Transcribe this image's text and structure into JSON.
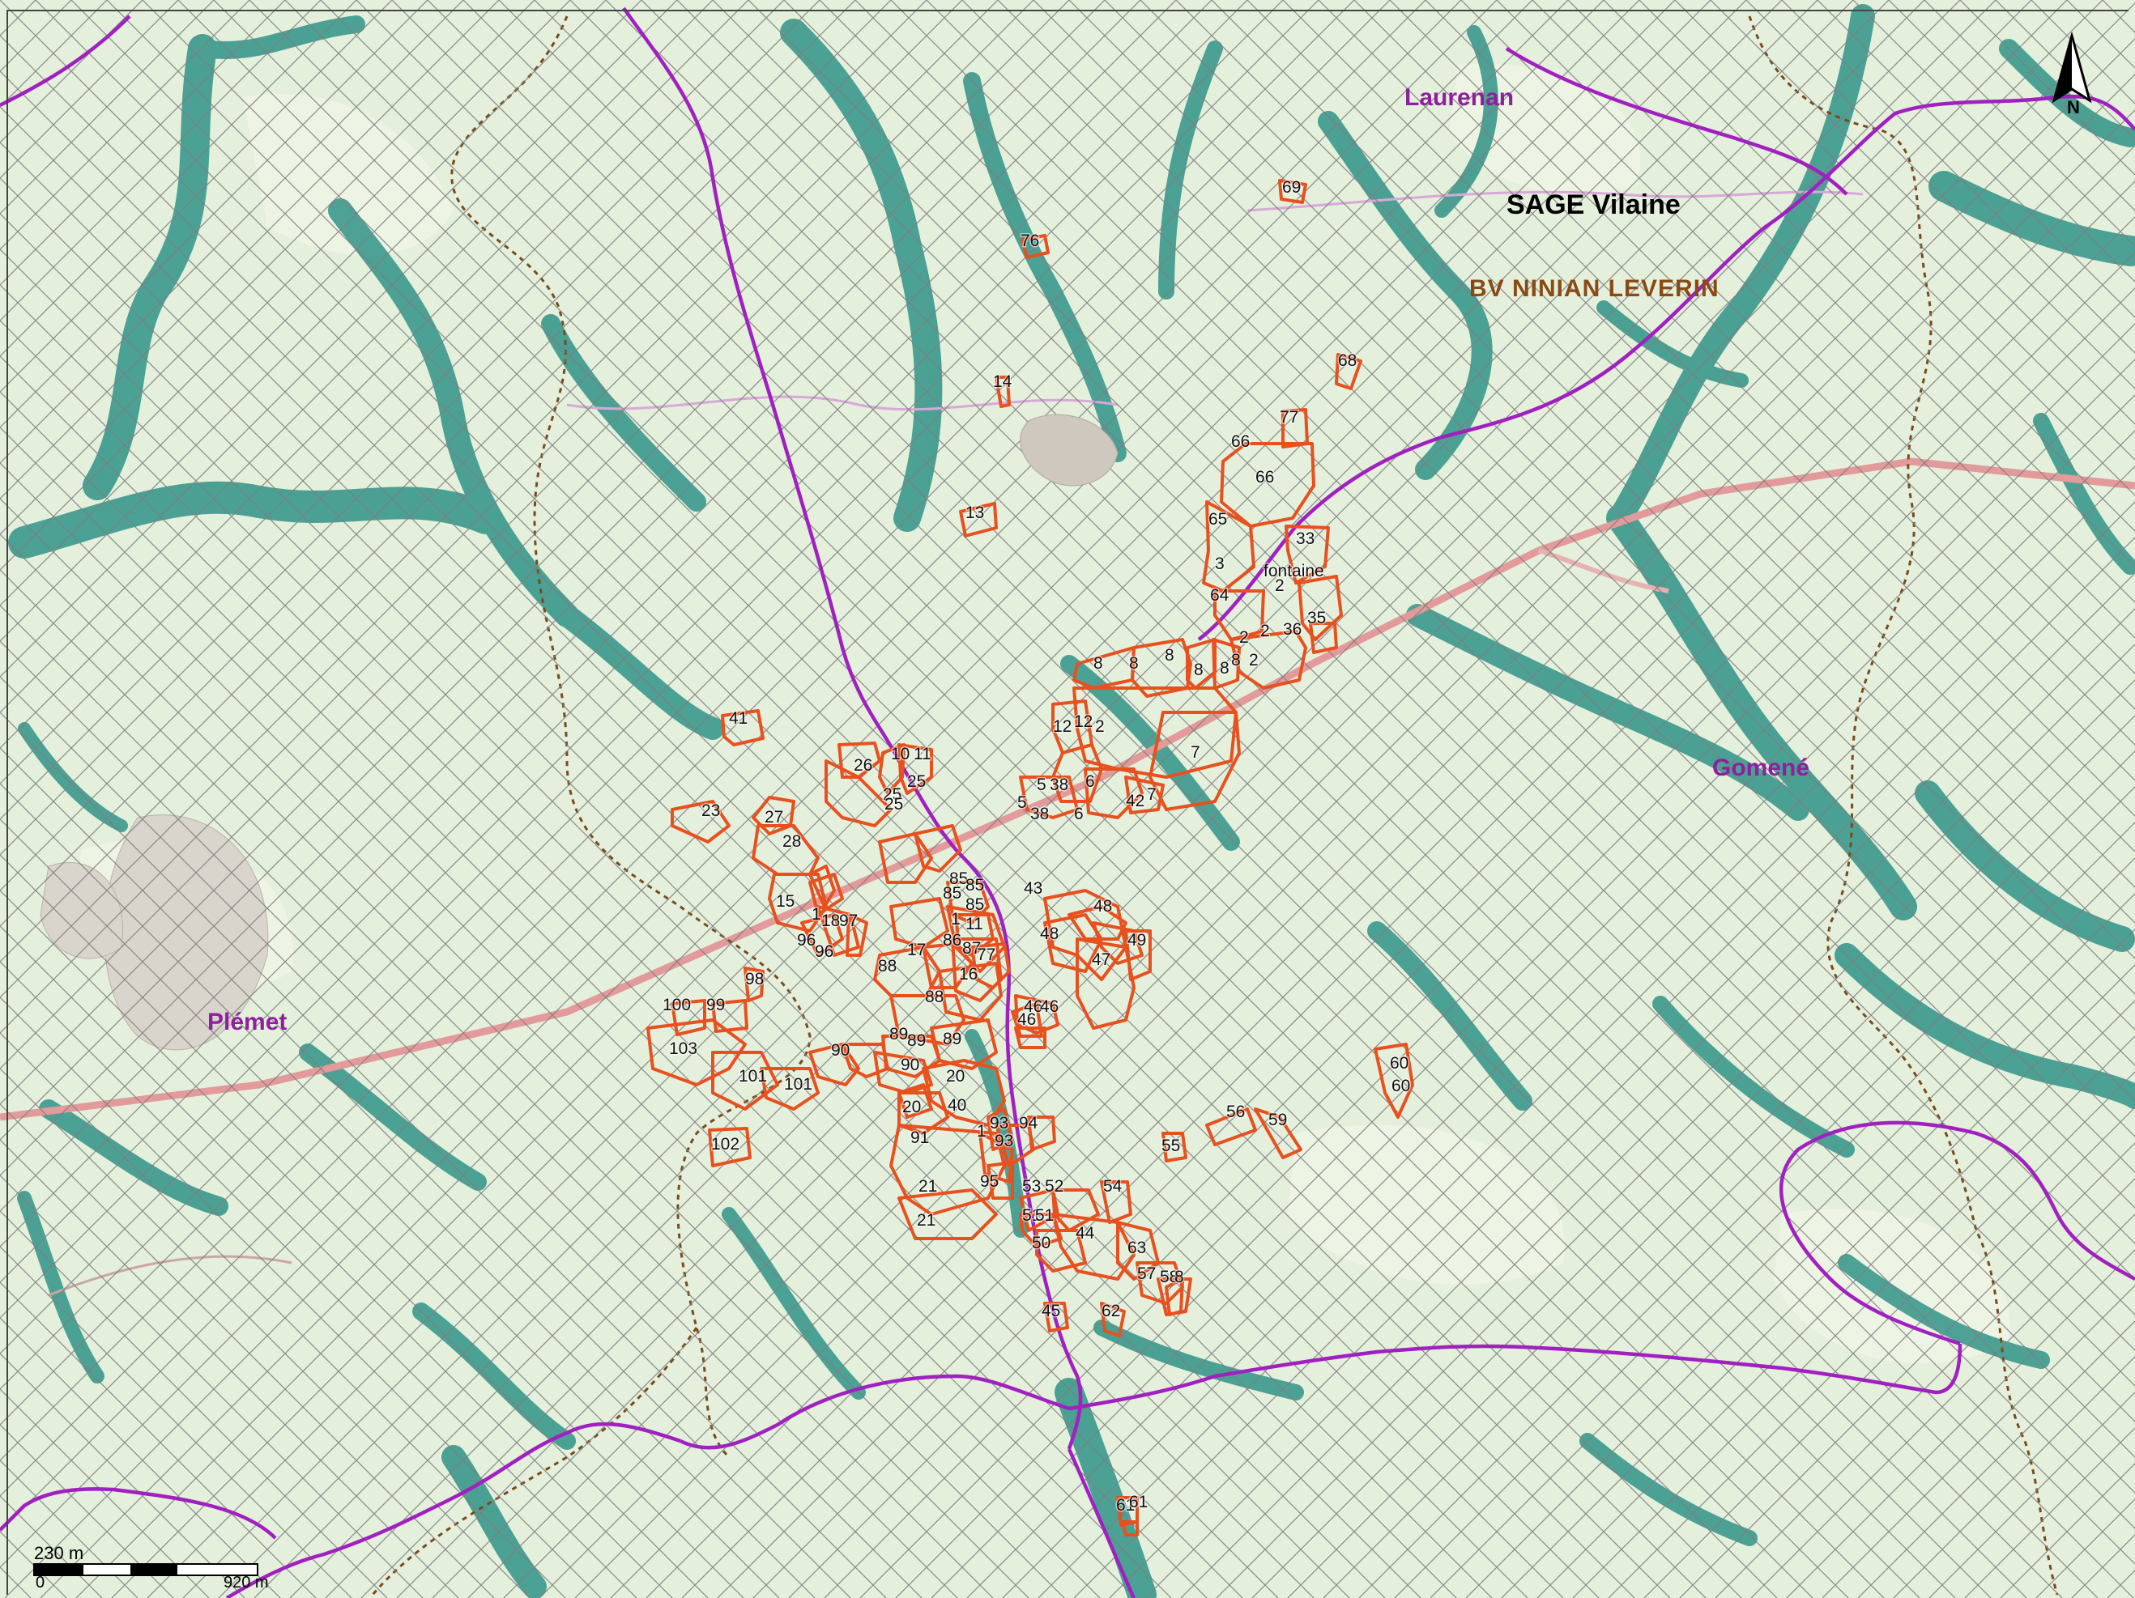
{
  "map": {
    "labels": {
      "laurenan": "Laurenan",
      "sage_vilaine": "SAGE Vilaine",
      "bv_ninian_leverin": "BV NINIAN LEVERIN",
      "gomene": "Gomené",
      "plemet": "Plémet"
    },
    "north_arrow": {
      "icon": "north-arrow-icon",
      "letter": "N"
    },
    "scale_bar": {
      "top_label": "230 m",
      "zero": "0",
      "end_label": "920 m"
    },
    "plot_labels": [
      "1",
      "2",
      "3",
      "5",
      "6",
      "7",
      "8",
      "10",
      "11",
      "12",
      "13",
      "14",
      "15",
      "16",
      "17",
      "18",
      "20",
      "21",
      "23",
      "25",
      "26",
      "27",
      "28",
      "33",
      "35",
      "36",
      "38",
      "40",
      "41",
      "42",
      "43",
      "44",
      "45",
      "46",
      "47",
      "48",
      "49",
      "50",
      "51",
      "52",
      "53",
      "54",
      "55",
      "56",
      "57",
      "58",
      "59",
      "60",
      "61",
      "62",
      "63",
      "64",
      "65",
      "66",
      "68",
      "69",
      "76",
      "77",
      "85",
      "86",
      "87",
      "88",
      "89",
      "90",
      "91",
      "93",
      "94",
      "95",
      "96",
      "97",
      "98",
      "99",
      "100",
      "101",
      "102",
      "103",
      "fontaine"
    ],
    "colors": {
      "background": "#e4efdc",
      "wetland": "#3f9a8e",
      "hatch": "#7d7d7d",
      "commune_boundary": "#a020c0",
      "plots": "#e8501e",
      "road": "#e29a9a",
      "watershed_boundary": "#7a4a1a"
    }
  }
}
